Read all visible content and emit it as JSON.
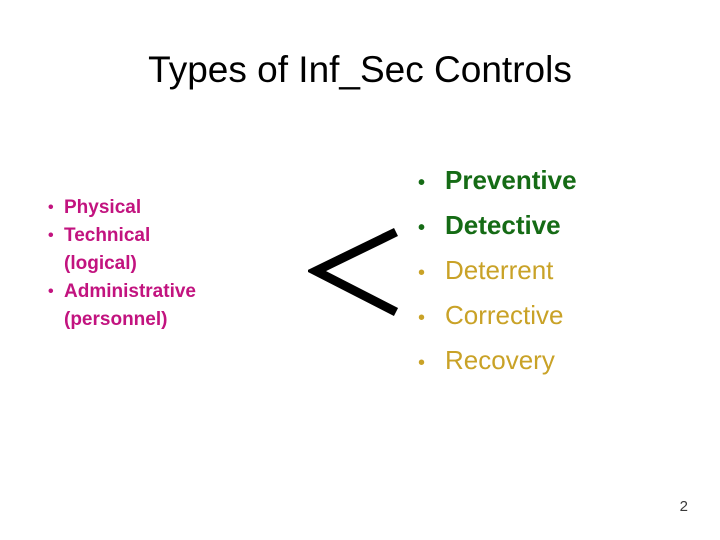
{
  "slide": {
    "title": "Types of Inf_Sec Controls",
    "title_color": "#000000",
    "background": "#ffffff",
    "page_number": "2"
  },
  "left_list": {
    "color": "#C2137F",
    "items": [
      {
        "bullet": "•",
        "label": "Physical",
        "sub": ""
      },
      {
        "bullet": "•",
        "label": "Technical",
        "sub": "(logical)"
      },
      {
        "bullet": "•",
        "label": "Administrative",
        "sub": "(personnel)"
      }
    ]
  },
  "connector": {
    "shape": "left-pointing-chevron",
    "color": "#000000"
  },
  "right_list": {
    "green_color": "#156B15",
    "gold_color": "#C9A227",
    "items": [
      {
        "bullet": "•",
        "label": "Preventive",
        "style": "green"
      },
      {
        "bullet": "•",
        "label": "Detective",
        "style": "green"
      },
      {
        "bullet": "•",
        "label": "Deterrent",
        "style": "gold"
      },
      {
        "bullet": "•",
        "label": "Corrective",
        "style": "gold"
      },
      {
        "bullet": "•",
        "label": "Recovery",
        "style": "gold"
      }
    ]
  }
}
